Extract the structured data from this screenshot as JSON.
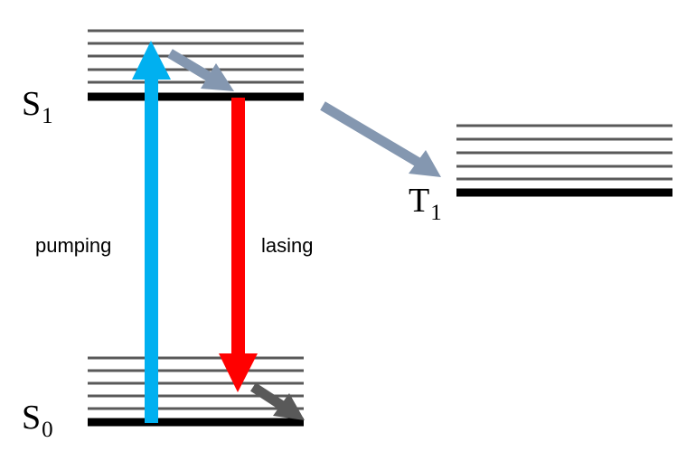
{
  "states": {
    "s1": {
      "letter": "S",
      "subscript": "1"
    },
    "s0": {
      "letter": "S",
      "subscript": "0"
    },
    "t1": {
      "letter": "T",
      "subscript": "1"
    }
  },
  "transitions": {
    "pumping": {
      "label": "pumping",
      "color": "#00b0f0"
    },
    "lasing": {
      "label": "lasing",
      "color": "#ff0000"
    },
    "intersystem_crossing": {
      "color": "#8497b0"
    },
    "relaxation_s1": {
      "color": "#8497b0"
    },
    "relaxation_s0": {
      "color": "#595959"
    }
  },
  "colors": {
    "ground_level": "#000000",
    "vibrational_level": "#595959"
  }
}
